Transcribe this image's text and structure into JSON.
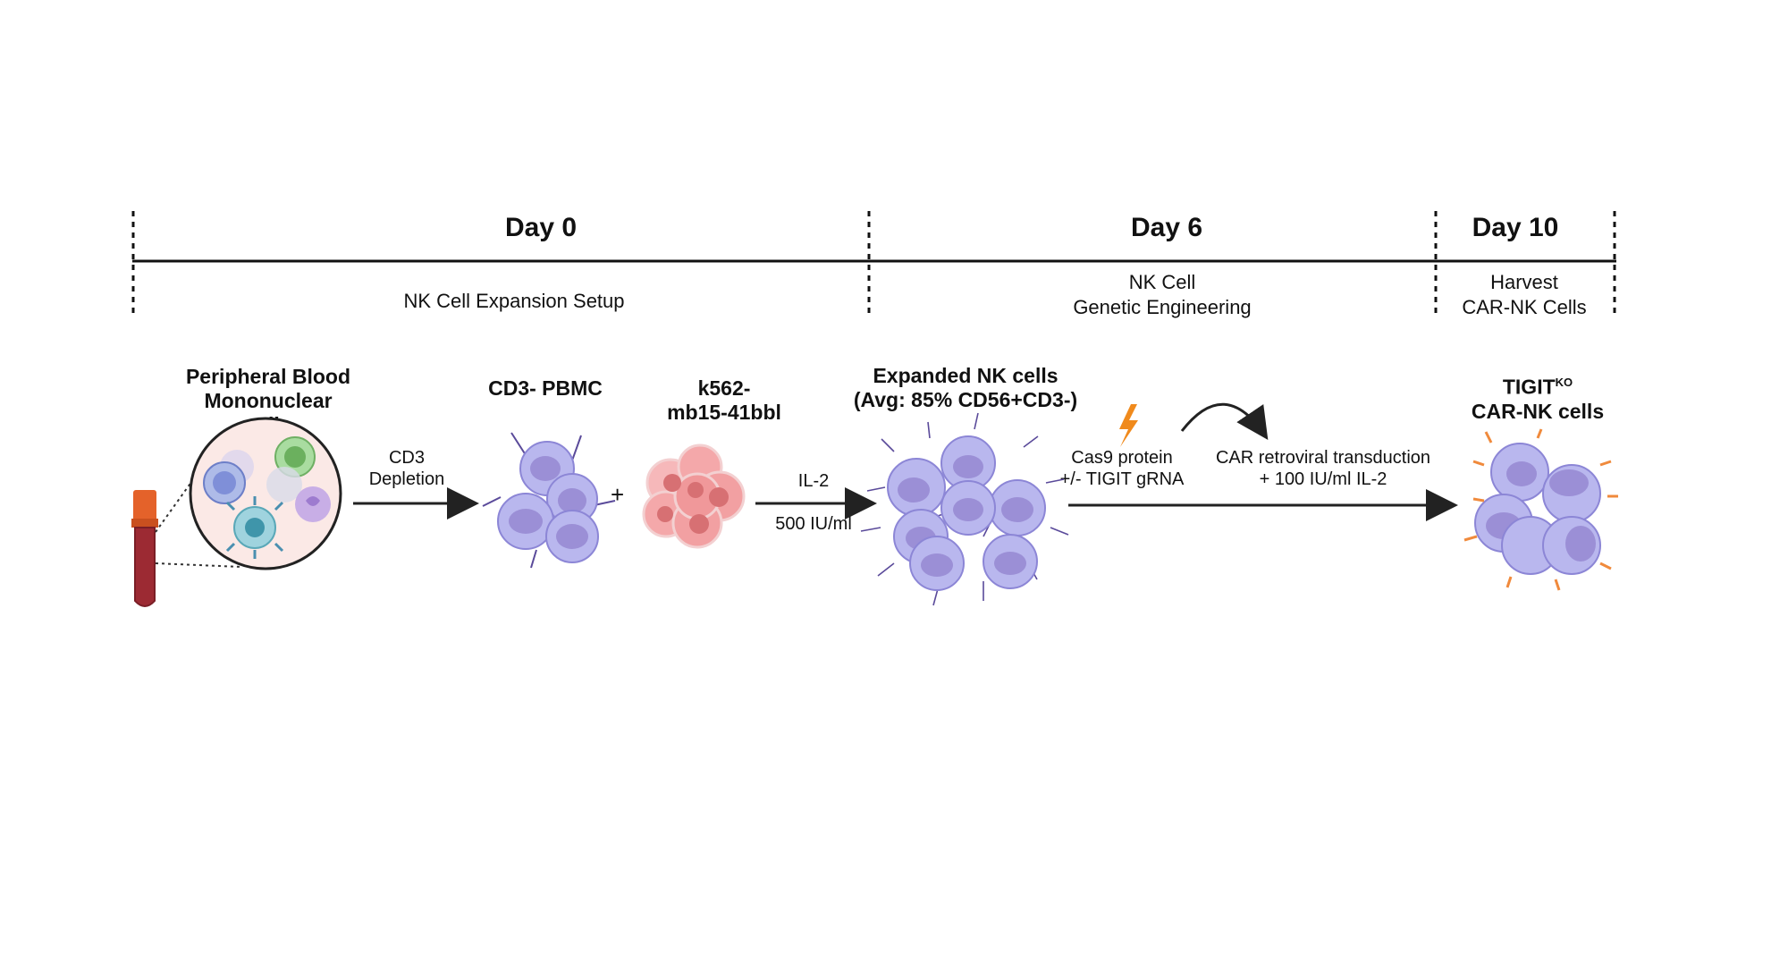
{
  "timeline": {
    "days": [
      "Day 0",
      "Day 6",
      "Day 10"
    ],
    "phases": [
      {
        "line1": "NK Cell Expansion Setup"
      },
      {
        "line1": "NK Cell",
        "line2": "Genetic Engineering"
      },
      {
        "line1": "Harvest",
        "line2": "CAR-NK Cells"
      }
    ]
  },
  "steps": {
    "pbmc_title": {
      "line1": "Peripheral Blood",
      "line2": "Mononuclear",
      "line3": "cells"
    },
    "cd3_depletion": {
      "line1": "CD3",
      "line2": "Depletion"
    },
    "cd3_pbmc_title": "CD3- PBMC",
    "plus": "+",
    "k562_title": {
      "line1": "k562-",
      "line2": "mb15-41bbl"
    },
    "il2_label": "IL-2",
    "il2_dose": "500 IU/ml",
    "expanded_title": {
      "line1": "Expanded NK cells",
      "line2": "(Avg: 85% CD56+CD3-)"
    },
    "cas9": {
      "line1": "Cas9 protein",
      "line2": "+/- TIGIT gRNA"
    },
    "car_transduction": {
      "line1": "CAR retroviral transduction",
      "line2": "+ 100 IU/ml IL-2"
    },
    "final_title": {
      "line1_base": "TIGIT",
      "line1_sup": "KO",
      "line2": "CAR-NK cells"
    }
  },
  "colors": {
    "nk_cell": "#b9b7ee",
    "nk_nucleus": "#9b8fd6",
    "k562": "#f2a0a2",
    "blood": "#9c2a33",
    "tube_cap": "#e4622a",
    "car_receptor": "#f08a3c",
    "lightning": "#f08a1c"
  }
}
